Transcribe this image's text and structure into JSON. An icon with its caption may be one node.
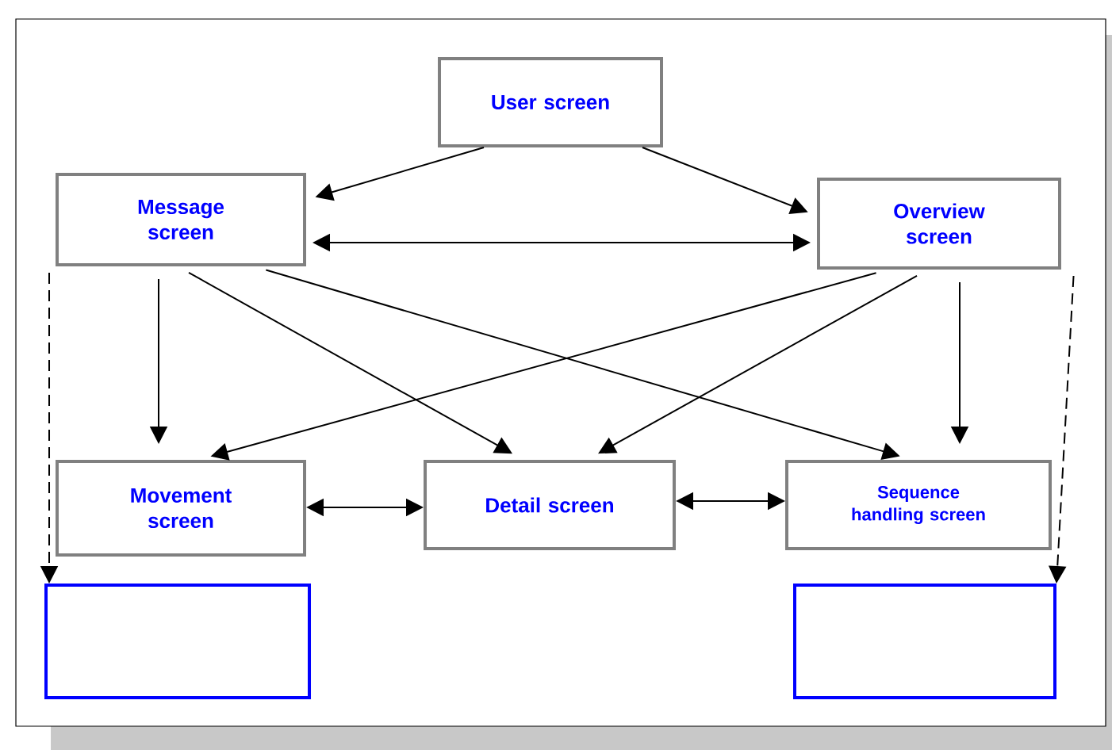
{
  "diagram": {
    "nodes": [
      {
        "text": [
          "User screen"
        ]
      },
      {
        "text": [
          "Message screen"
        ]
      },
      {
        "text": [
          "Overview screen"
        ]
      },
      {
        "text": [
          "Movement screen"
        ]
      },
      {
        "text": [
          "Detail screen"
        ]
      },
      {
        "text": [
          "Sequence handling screen"
        ]
      },
      {
        "text": [],
        "shape": "box"
      },
      {
        "text": [],
        "shape": "box"
      }
    ],
    "edges": [
      {
        "from": 0,
        "to": 1,
        "arrow": "to"
      },
      {
        "from": 0,
        "to": 2,
        "arrow": "to"
      },
      {
        "from": 1,
        "to": 2,
        "arrow": "both"
      },
      {
        "from": 1,
        "to": 3,
        "arrow": "to"
      },
      {
        "from": 1,
        "to": 4,
        "arrow": "to"
      },
      {
        "from": 1,
        "to": 5,
        "arrow": "to"
      },
      {
        "from": 2,
        "to": 3,
        "arrow": "to"
      },
      {
        "from": 2,
        "to": 4,
        "arrow": "to"
      },
      {
        "from": 2,
        "to": 5,
        "arrow": "to"
      },
      {
        "from": 3,
        "to": 4,
        "arrow": "both"
      },
      {
        "from": 4,
        "to": 5,
        "arrow": "both"
      },
      {
        "from": 1,
        "to": 6,
        "arrow": "to",
        "style": "dashed"
      },
      {
        "from": 2,
        "to": 7,
        "arrow": "to",
        "style": "dashed"
      }
    ]
  }
}
